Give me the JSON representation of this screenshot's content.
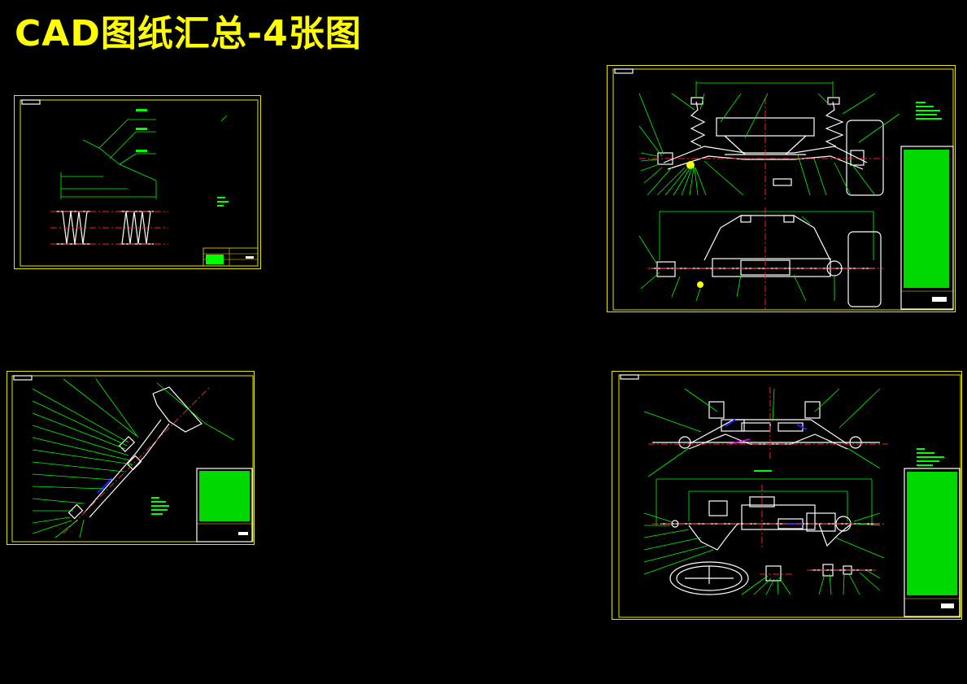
{
  "page": {
    "title": "CAD图纸汇总-4张图",
    "title_color": "#ffff00",
    "background": "#000000"
  },
  "colors": {
    "frame": "#e6e600",
    "dimension_lines": "#00ff00",
    "geometry": "#ffffff",
    "centerline": "#ff2020",
    "highlight": "#2020ff"
  },
  "drawings": [
    {
      "id": "spring-drawing",
      "subject": "coil-spring"
    },
    {
      "id": "suspension-assembly-drawing",
      "subject": "front-suspension-assembly"
    },
    {
      "id": "steering-column-drawing",
      "subject": "steering-column"
    },
    {
      "id": "steering-axle-drawing",
      "subject": "steering-axle-assembly"
    }
  ]
}
